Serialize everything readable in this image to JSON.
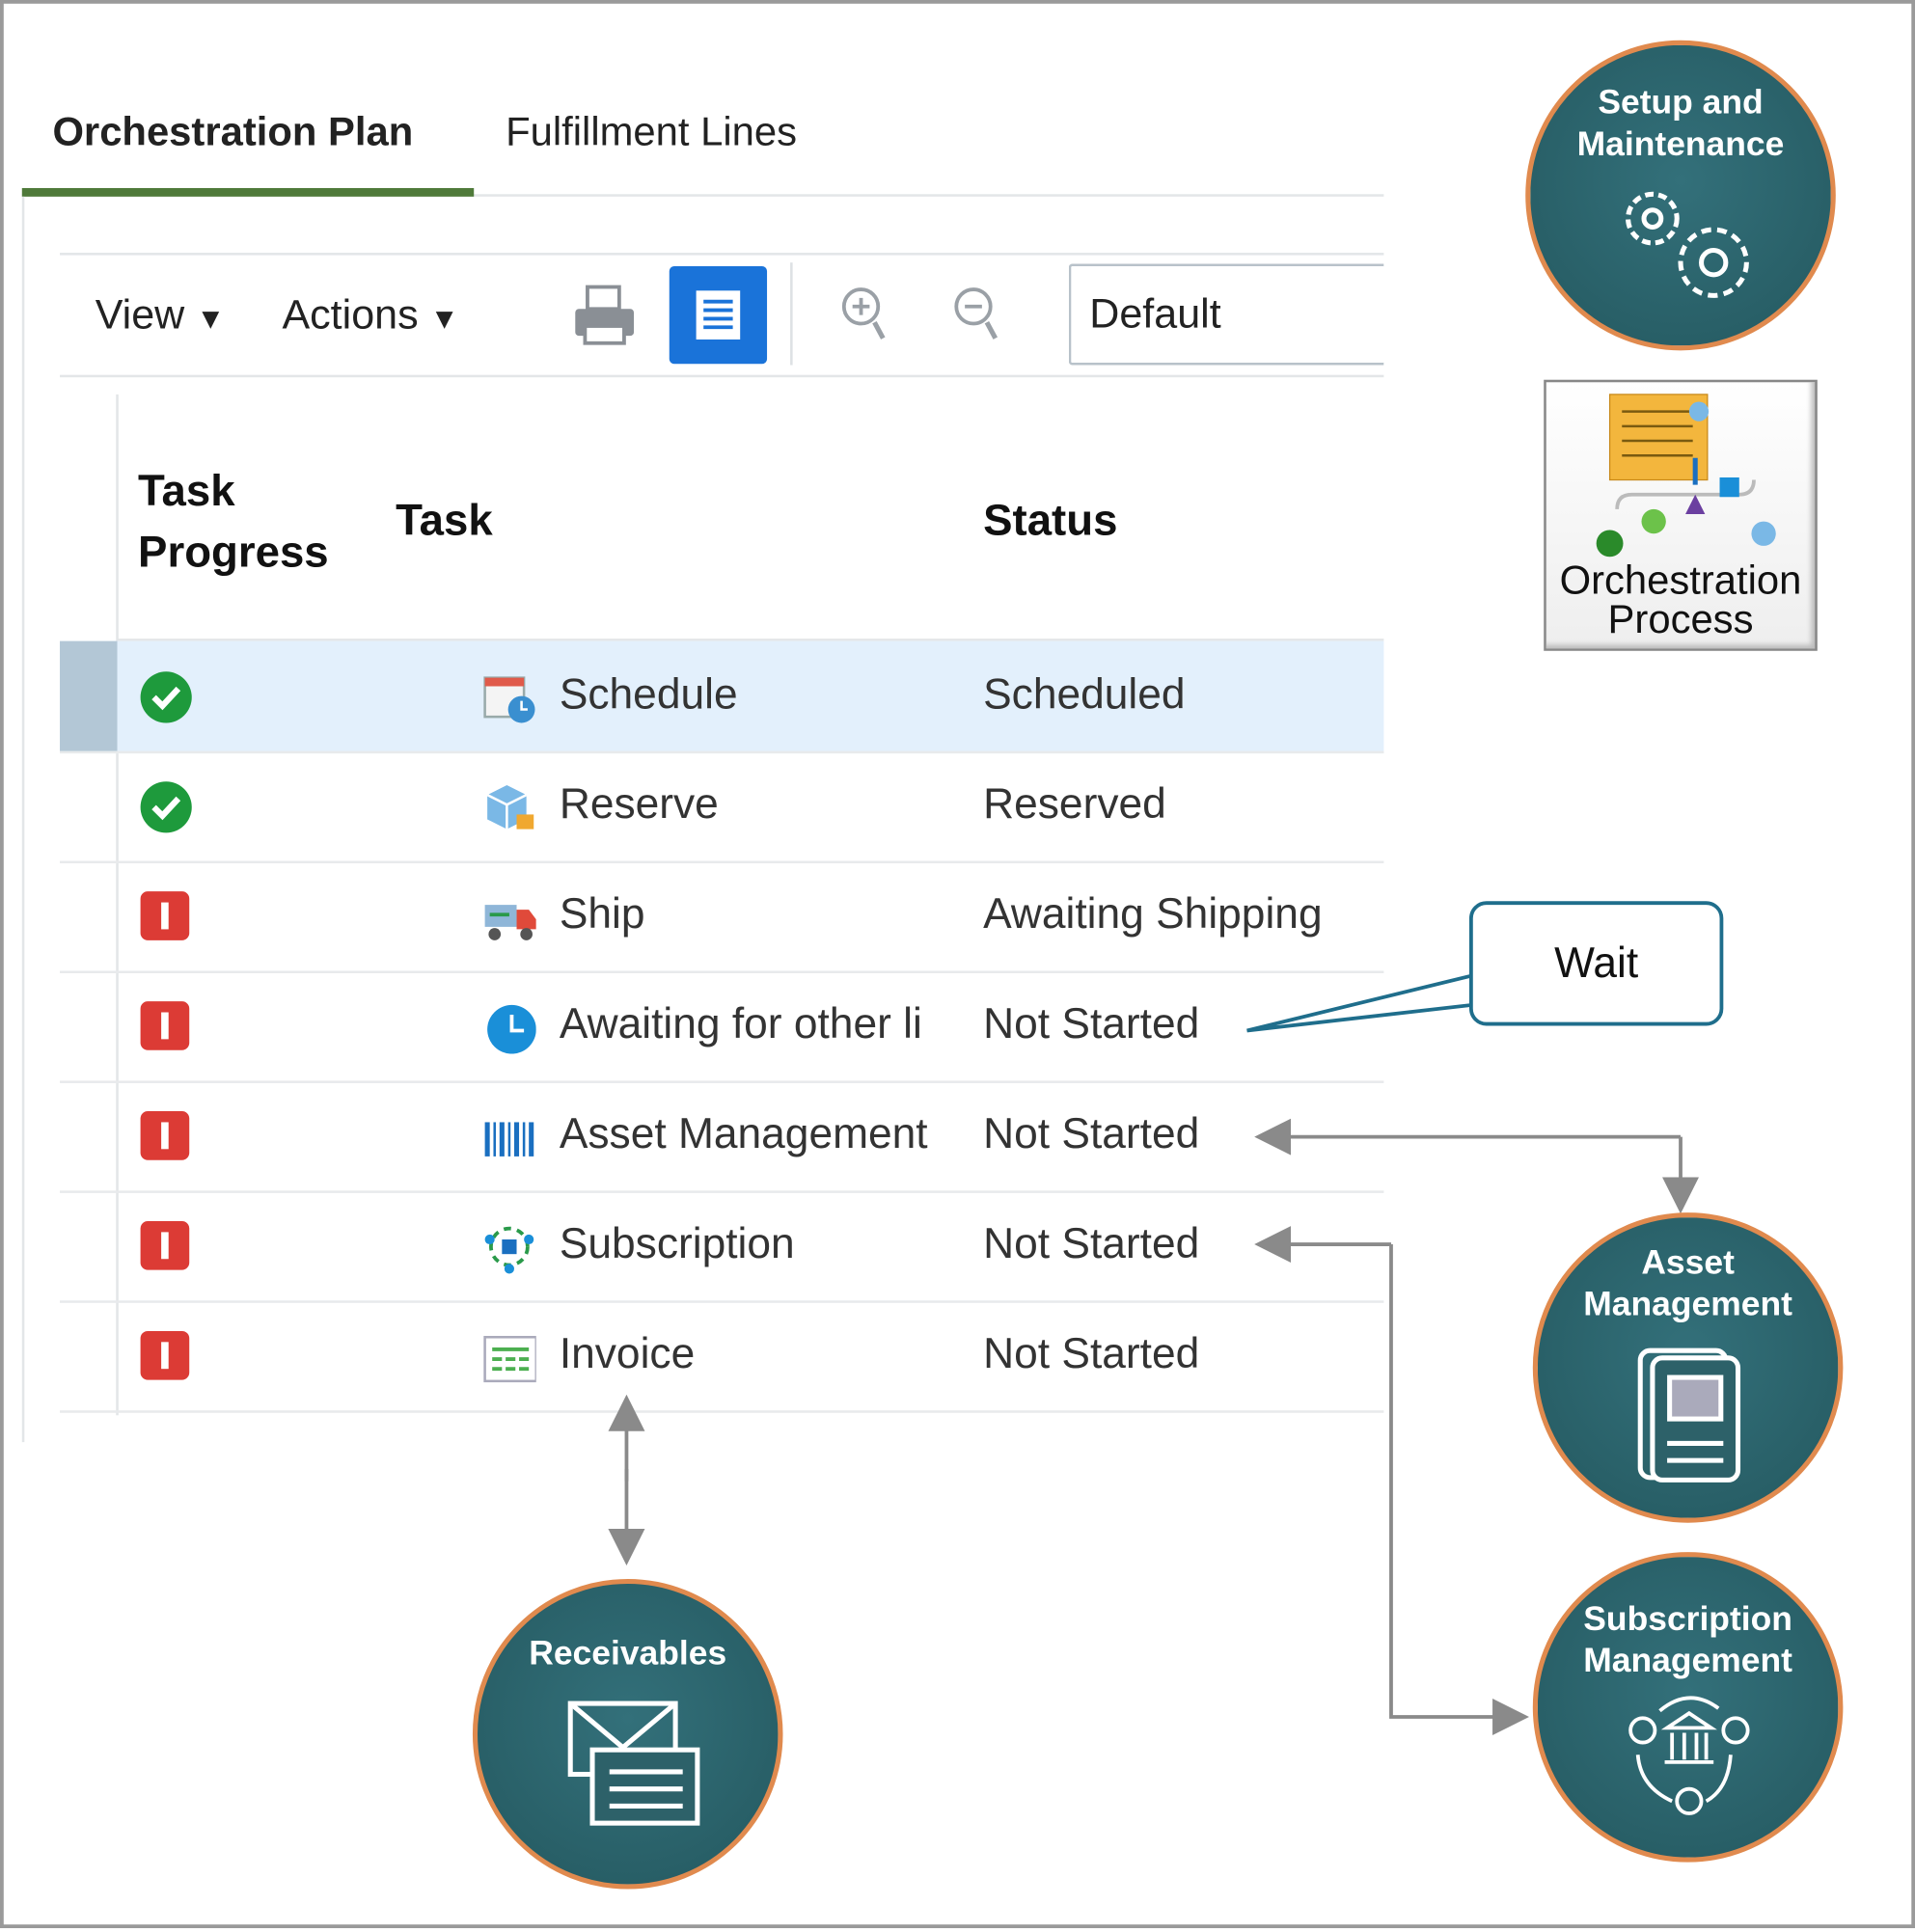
{
  "tabs": [
    {
      "label": "Orchestration Plan",
      "active": true
    },
    {
      "label": "Fulfillment Lines",
      "active": false
    }
  ],
  "toolbar": {
    "view": "View",
    "actions": "Actions",
    "search_value": "Default"
  },
  "table": {
    "headers": {
      "progress_line1": "Task",
      "progress_line2": "Progress",
      "task": "Task",
      "status": "Status"
    },
    "rows": [
      {
        "progress": "complete",
        "task": "Schedule",
        "status": "Scheduled",
        "icon": "calendar-clock-icon"
      },
      {
        "progress": "complete",
        "task": "Reserve",
        "status": "Reserved",
        "icon": "box-lock-icon"
      },
      {
        "progress": "not-complete",
        "task": "Ship",
        "status": "Awaiting Shipping",
        "icon": "truck-icon"
      },
      {
        "progress": "not-complete",
        "task": "Awaiting for other li",
        "status": "Not Started",
        "icon": "clock-icon"
      },
      {
        "progress": "not-complete",
        "task": "Asset Management",
        "status": "Not Started",
        "icon": "barcode-icon"
      },
      {
        "progress": "not-complete",
        "task": "Subscription",
        "status": "Not Started",
        "icon": "subscription-icon"
      },
      {
        "progress": "not-complete",
        "task": "Invoice",
        "status": "Not Started",
        "icon": "invoice-icon"
      }
    ]
  },
  "callout": {
    "wait": "Wait"
  },
  "circles": {
    "setup_line1": "Setup and",
    "setup_line2": "Maintenance",
    "asset_line1": "Asset",
    "asset_line2": "Management",
    "subscription_line1": "Subscription",
    "subscription_line2": "Management",
    "receivables": "Receivables"
  },
  "orchestration_tile": {
    "line1": "Orchestration",
    "line2": "Process"
  },
  "colors": {
    "circle_fill": "#2d6169",
    "circle_border": "#e08a4e",
    "tab_underline": "#4f7a3a",
    "selected_row": "#e3f0fc",
    "accent_button": "#1a73d9",
    "ok": "#1e9a3c",
    "error": "#dc3b35",
    "callout_border": "#1f6e8c"
  }
}
